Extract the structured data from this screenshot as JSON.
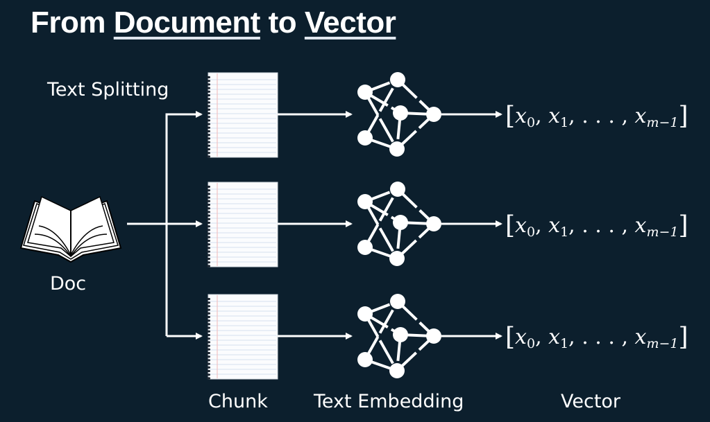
{
  "title": {
    "prefix": "From",
    "word1": "Document",
    "middle": "to",
    "word2": "Vector"
  },
  "labels": {
    "text_splitting": "Text Splitting",
    "doc": "Doc",
    "chunk": "Chunk",
    "text_embedding": "Text Embedding",
    "vector": "Vector"
  },
  "vector_formula": {
    "open_bracket": "[",
    "x0_base": "x",
    "x0_sub": "0",
    "x1_base": "x",
    "x1_sub": "1",
    "ellipsis": ", . . . , ",
    "xm_base": "x",
    "xm_sub": "m−1",
    "close_bracket": "]"
  },
  "rows": [
    {
      "id": "chunk-1"
    },
    {
      "id": "chunk-2"
    },
    {
      "id": "chunk-3"
    }
  ],
  "colors": {
    "background": "#0c1f2d",
    "foreground": "#ffffff",
    "paper_line": "#c9d9ea",
    "paper_margin": "#f2b8b8"
  }
}
